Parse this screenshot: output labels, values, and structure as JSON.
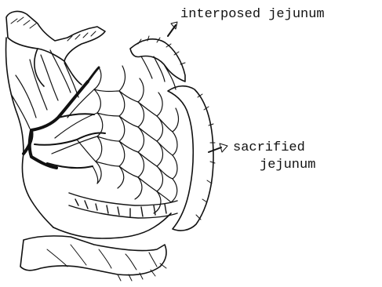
{
  "figure": {
    "labels": {
      "interposed": "interposed jejunum",
      "sacrified_line1": "sacrified",
      "sacrified_line2": "jejunum"
    },
    "icons": [
      "arrow-icon",
      "arrow-icon"
    ]
  }
}
